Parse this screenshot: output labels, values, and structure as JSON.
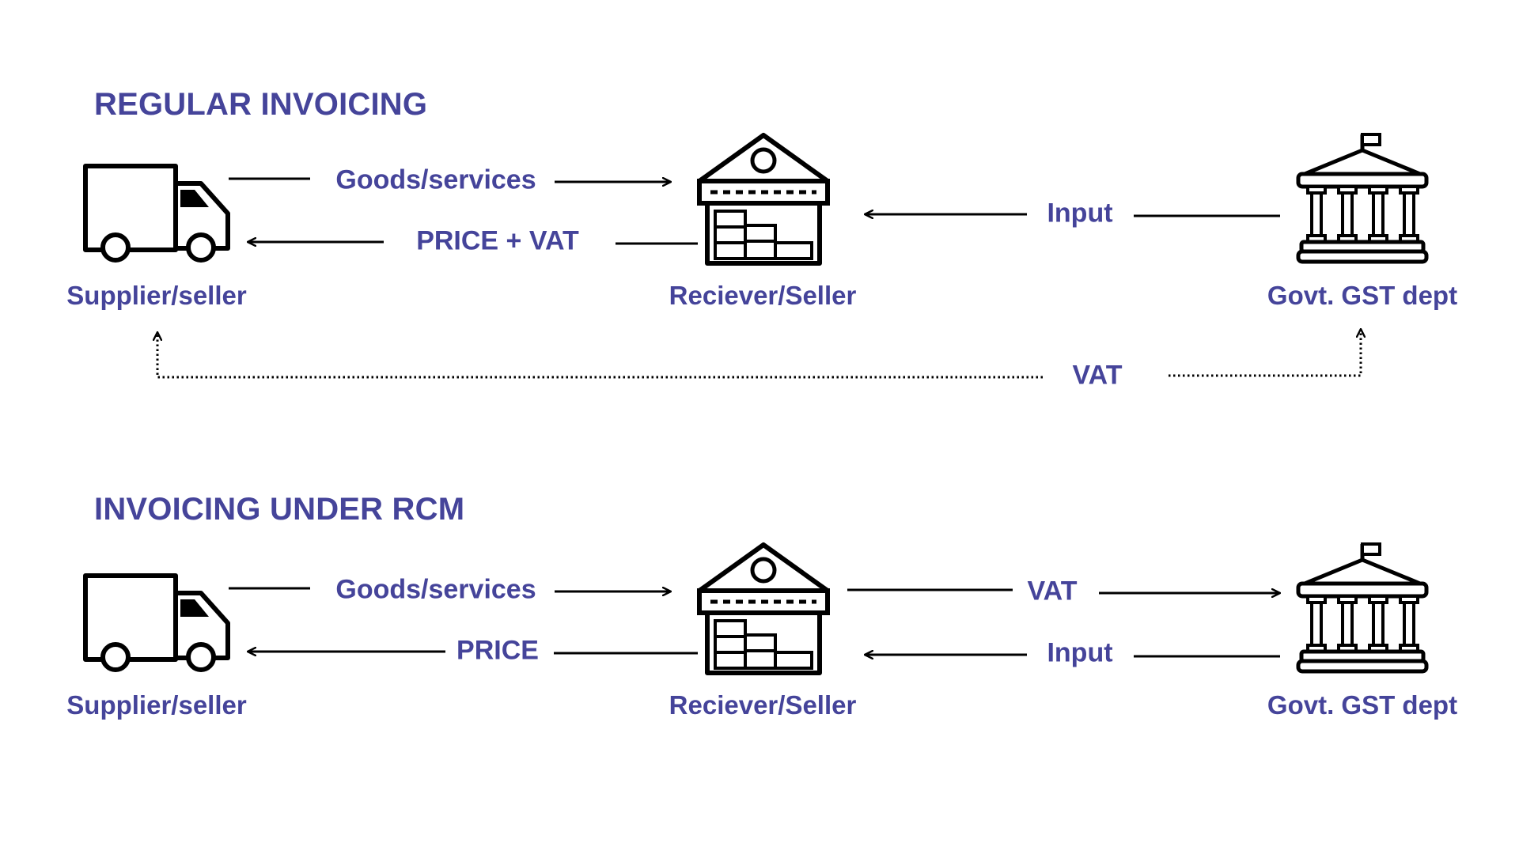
{
  "colors": {
    "accent": "#45449a",
    "line": "#000000",
    "background": "#ffffff"
  },
  "icons": {
    "supplier": "truck-icon",
    "receiver": "warehouse-icon",
    "government": "government-building-icon"
  },
  "sections": {
    "regular": {
      "title": "REGULAR INVOICING",
      "nodes": {
        "supplier": "Supplier/seller",
        "receiver": "Reciever/Seller",
        "government": "Govt. GST dept"
      },
      "flows": {
        "goods": "Goods/services",
        "price": "PRICE +  VAT",
        "input": "Input",
        "vat": "VAT"
      }
    },
    "rcm": {
      "title": "INVOICING UNDER RCM",
      "nodes": {
        "supplier": "Supplier/seller",
        "receiver": "Reciever/Seller",
        "government": "Govt. GST dept"
      },
      "flows": {
        "goods": "Goods/services",
        "price": "PRICE",
        "vat": "VAT",
        "input": "Input"
      }
    }
  }
}
